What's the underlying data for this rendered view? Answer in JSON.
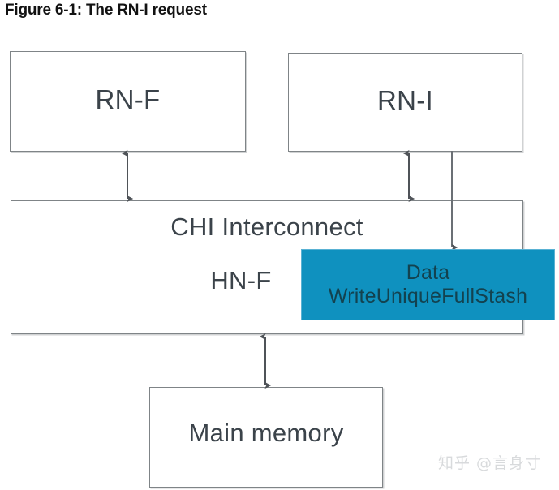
{
  "figure": {
    "title": "Figure 6-1: The RN-I request"
  },
  "diagram": {
    "nodes": [
      {
        "id": "rn-f",
        "label": "RN-F"
      },
      {
        "id": "rn-i",
        "label": "RN-I"
      },
      {
        "id": "chi-interconnect",
        "label": "CHI Interconnect"
      },
      {
        "id": "hn-f",
        "label": "HN-F"
      },
      {
        "id": "main-memory",
        "label": "Main memory"
      }
    ],
    "highlight": {
      "line1": "Data",
      "line2": "WriteUniqueFullStash",
      "fill_color": "#0f91bf",
      "border_color": "#59b2d4",
      "text_color": "#13424f"
    },
    "connectors": [
      {
        "id": "rnf-to-chi",
        "from": "rn-f",
        "to": "chi-interconnect",
        "style": "double-arrow"
      },
      {
        "id": "rni-to-chi",
        "from": "rn-i",
        "to": "chi-interconnect",
        "style": "double-arrow"
      },
      {
        "id": "rni-to-data",
        "from": "rn-i",
        "to": "highlight",
        "style": "single-arrow-down"
      },
      {
        "id": "chi-to-memory",
        "from": "chi-interconnect",
        "to": "main-memory",
        "style": "double-arrow"
      }
    ],
    "colors": {
      "box_border": "#7f8487",
      "box_fill": "#ffffff",
      "text": "#3b434a",
      "title": "#121212",
      "connector": "#4f5358"
    }
  },
  "watermark": {
    "text": "知乎 @言身寸"
  }
}
